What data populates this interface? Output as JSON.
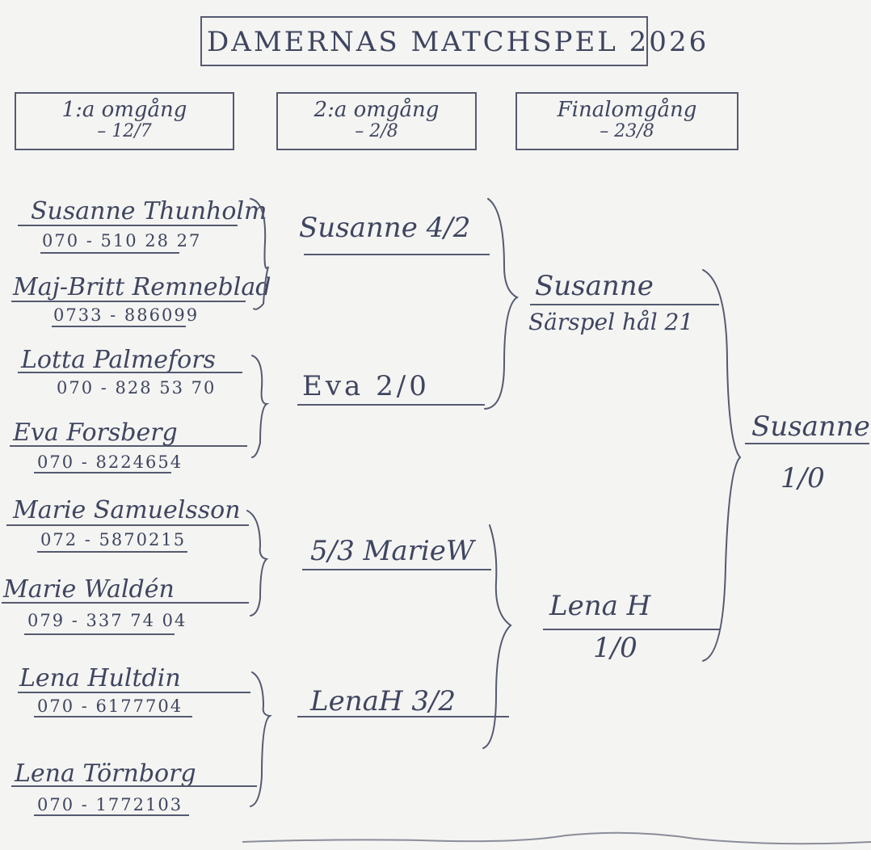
{
  "title": "DAMERNAS MATCHSPEL 2026",
  "rounds": [
    {
      "label": "1:a omgång",
      "date": "– 12/7"
    },
    {
      "label": "2:a omgång",
      "date": "– 2/8"
    },
    {
      "label": "Finalomgång",
      "date": "– 23/8"
    }
  ],
  "players": [
    {
      "name": "Susanne Thunholm",
      "phone": "070 - 510 28 27"
    },
    {
      "name": "Maj-Britt Remneblad",
      "phone": "0733 - 886099"
    },
    {
      "name": "Lotta Palmefors",
      "phone": "070 - 828 53 70"
    },
    {
      "name": "Eva Forsberg",
      "phone": "070 - 8224654"
    },
    {
      "name": "Marie Samuelsson",
      "phone": "072 - 5870215"
    },
    {
      "name": "Marie Waldén",
      "phone": "079 - 337 74 04"
    },
    {
      "name": "Lena Hultdin",
      "phone": "070 - 6177704"
    },
    {
      "name": "Lena Törnborg",
      "phone": "070 - 1772103"
    }
  ],
  "round2": [
    {
      "text": "Susanne 4/2"
    },
    {
      "text": "Eva 2/0"
    },
    {
      "text": "5/3 MarieW"
    },
    {
      "text": "LenaH 3/2"
    }
  ],
  "final_round": [
    {
      "winner": "Susanne",
      "note": "Särspel hål 21"
    },
    {
      "winner": "Lena H",
      "note": "1/0"
    }
  ],
  "champion": {
    "winner": "Susanne",
    "score": "1/0"
  }
}
